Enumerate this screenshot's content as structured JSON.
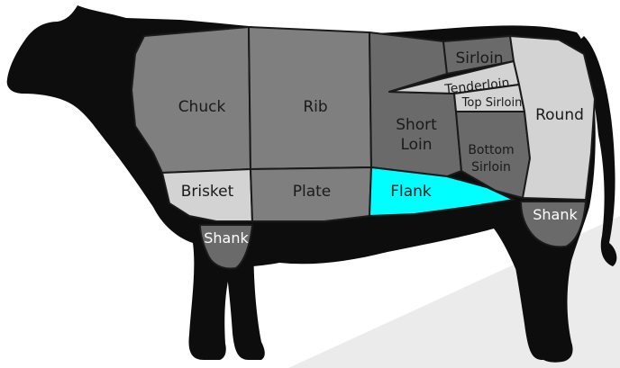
{
  "cuts": {
    "chuck": "Chuck",
    "rib": "Rib",
    "short_loin_line1": "Short",
    "short_loin_line2": "Loin",
    "sirloin": "Sirloin",
    "tenderloin": "Tenderloin",
    "top_sirloin": "Top Sirloin",
    "bottom_sirloin_line1": "Bottom",
    "bottom_sirloin_line2": "Sirloin",
    "round": "Round",
    "brisket": "Brisket",
    "plate": "Plate",
    "flank": "Flank",
    "fore_shank": "Shank",
    "hind_shank": "Shank"
  },
  "colors": {
    "body": "#0d0d0d",
    "dark_grey": "#6a6a6a",
    "mid_grey": "#7f7f7f",
    "light_grey": "#d3d3d3",
    "highlight": "#00ffff",
    "divider": "#1a1a1a",
    "floor_shadow": "#ebebeb"
  },
  "highlighted_cut": "flank"
}
